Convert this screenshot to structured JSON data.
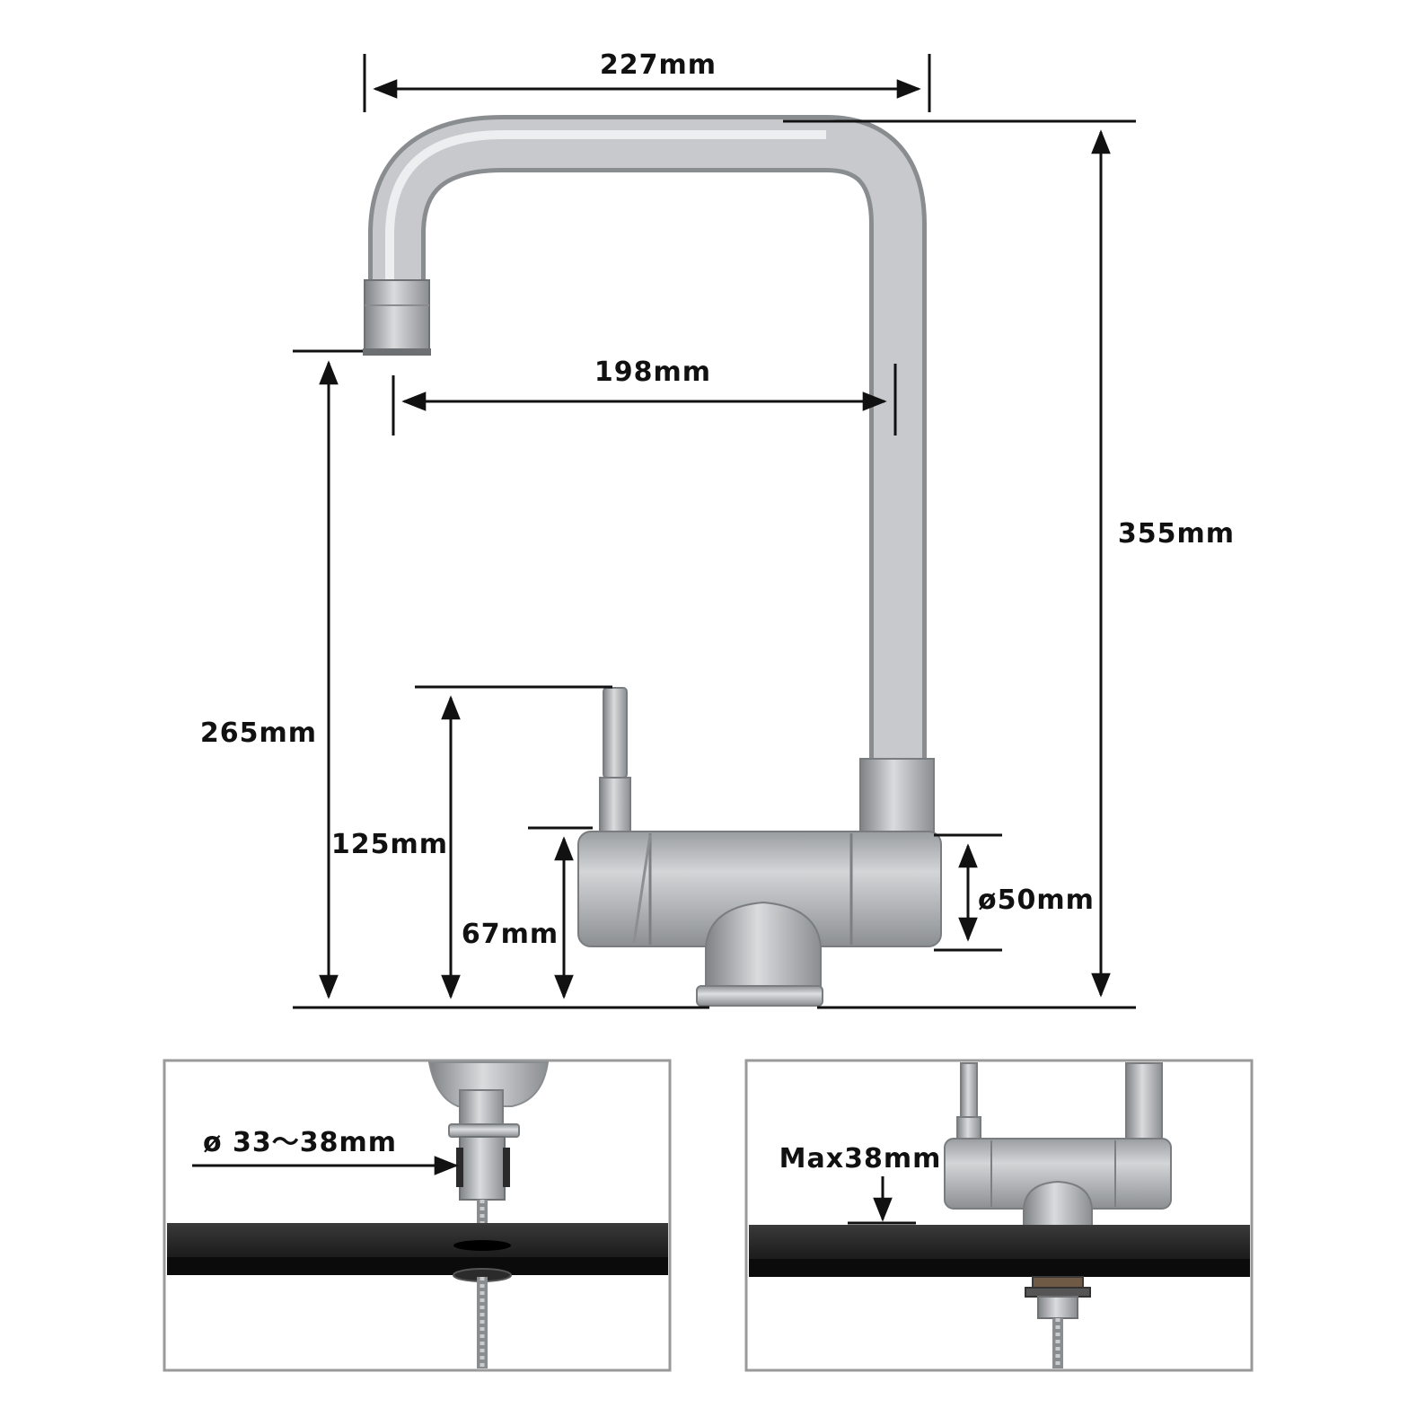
{
  "labels": {
    "spout_reach_total": "227mm",
    "spout_reach_inner": "198mm",
    "total_height": "355mm",
    "spout_height": "265mm",
    "lever_height": "125mm",
    "body_height": "67mm",
    "body_diameter": "ø50mm",
    "hole_diameter": "ø 33～38mm",
    "max_thickness": "Max38mm"
  },
  "colors": {
    "steel_dark": "#8a8d90",
    "steel_mid": "#b4b7ba",
    "steel_light": "#dadcde",
    "counter": "#1c1c1c",
    "frame": "#9a9a9a",
    "line": "#111111"
  }
}
